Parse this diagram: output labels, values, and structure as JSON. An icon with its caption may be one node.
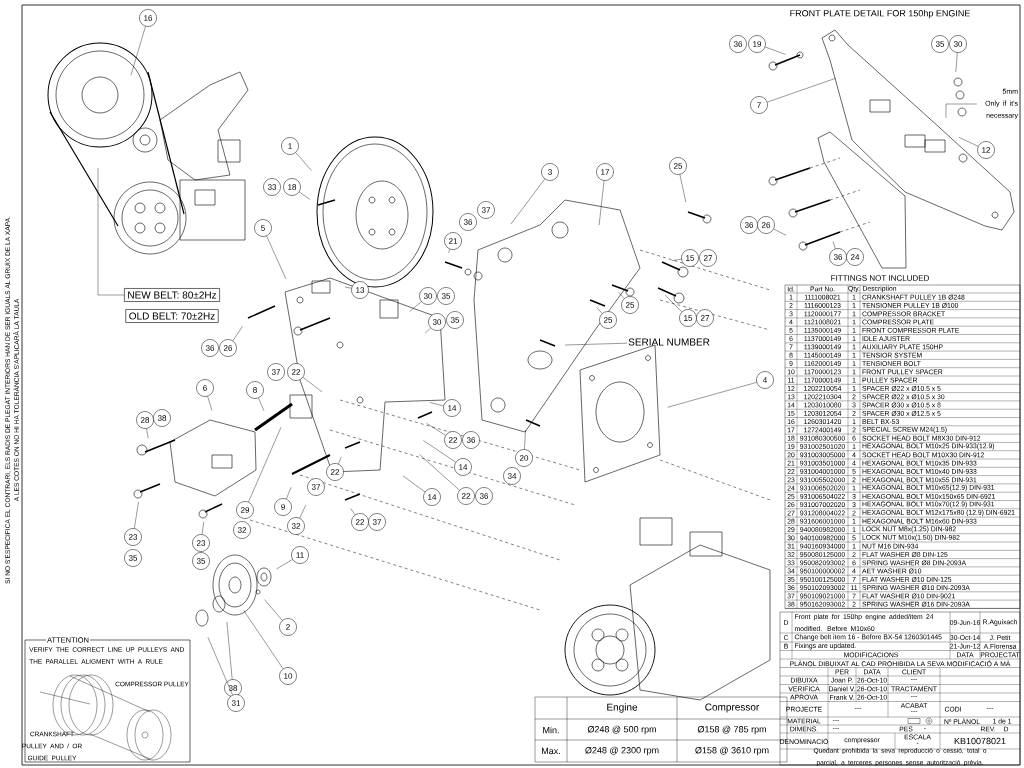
{
  "diagram": {
    "title": "FRONT PLATE DETAIL FOR 150hp ENGINE",
    "nodes": [
      {
        "text": [
          "NEW BELT: 80±2Hz"
        ]
      },
      {
        "text": [
          "OLD BELT: 70±2Hz"
        ]
      },
      {
        "text": [
          "SERIAL NUMBER"
        ]
      },
      {
        "text": [
          "5mm Only if it's necessary"
        ]
      },
      {
        "text": [
          "ATTENTION",
          "VERIFY THE CORRECT LINE UP PULLEYS AND THE PARALLEL ALIGMENT WITH A RULE",
          "COMPRESSOR PULLEY",
          "CRANKSHAFT PULLEY AND / OR GUIDE PULLEY"
        ]
      },
      {
        "text": [
          "16"
        ]
      },
      {
        "text": [
          "36"
        ]
      },
      {
        "text": [
          "19"
        ]
      },
      {
        "text": [
          "35"
        ]
      },
      {
        "text": [
          "30"
        ]
      },
      {
        "text": [
          "7"
        ]
      },
      {
        "text": [
          "1"
        ]
      },
      {
        "text": [
          "12"
        ]
      },
      {
        "text": [
          "3"
        ]
      },
      {
        "text": [
          "17"
        ]
      },
      {
        "text": [
          "25"
        ]
      },
      {
        "text": [
          "33"
        ]
      },
      {
        "text": [
          "18"
        ]
      },
      {
        "text": [
          "37"
        ]
      },
      {
        "text": [
          "36"
        ]
      },
      {
        "text": [
          "21"
        ]
      },
      {
        "text": [
          "36"
        ]
      },
      {
        "text": [
          "26"
        ]
      },
      {
        "text": [
          "5"
        ]
      },
      {
        "text": [
          "15"
        ]
      },
      {
        "text": [
          "27"
        ]
      },
      {
        "text": [
          "36"
        ]
      },
      {
        "text": [
          "24"
        ]
      },
      {
        "text": [
          "13"
        ]
      },
      {
        "text": [
          "30"
        ]
      },
      {
        "text": [
          "35"
        ]
      },
      {
        "text": [
          "25"
        ]
      },
      {
        "text": [
          "25"
        ]
      },
      {
        "text": [
          "30"
        ]
      },
      {
        "text": [
          "35"
        ]
      },
      {
        "text": [
          "15"
        ]
      },
      {
        "text": [
          "27"
        ]
      },
      {
        "text": [
          "36"
        ]
      },
      {
        "text": [
          "26"
        ]
      },
      {
        "text": [
          "37"
        ]
      },
      {
        "text": [
          "22"
        ]
      },
      {
        "text": [
          "4"
        ]
      },
      {
        "text": [
          "6"
        ]
      },
      {
        "text": [
          "8"
        ]
      },
      {
        "text": [
          "14"
        ]
      },
      {
        "text": [
          "28"
        ]
      },
      {
        "text": [
          "38"
        ]
      },
      {
        "text": [
          "22"
        ]
      },
      {
        "text": [
          "36"
        ]
      },
      {
        "text": [
          "20"
        ]
      },
      {
        "text": [
          "14"
        ]
      },
      {
        "text": [
          "34"
        ]
      },
      {
        "text": [
          "22"
        ]
      },
      {
        "text": [
          "37"
        ]
      },
      {
        "text": [
          "14"
        ]
      },
      {
        "text": [
          "22"
        ]
      },
      {
        "text": [
          "36"
        ]
      },
      {
        "text": [
          "9"
        ]
      },
      {
        "text": [
          "29"
        ]
      },
      {
        "text": [
          "32"
        ]
      },
      {
        "text": [
          "22"
        ]
      },
      {
        "text": [
          "37"
        ]
      },
      {
        "text": [
          "32"
        ]
      },
      {
        "text": [
          "23"
        ]
      },
      {
        "text": [
          "23"
        ]
      },
      {
        "text": [
          "11"
        ]
      },
      {
        "text": [
          "35"
        ]
      },
      {
        "text": [
          "35"
        ]
      },
      {
        "text": [
          "2"
        ]
      },
      {
        "text": [
          "10"
        ]
      },
      {
        "text": [
          "38"
        ]
      },
      {
        "text": [
          "31"
        ]
      }
    ],
    "edges": [
      {
        "from": 0,
        "to": null,
        "arrow": "none"
      },
      {
        "from": 2,
        "to": null,
        "arrow": "none"
      },
      {
        "from": 3,
        "to": null,
        "arrow": "none"
      },
      {
        "from": 5,
        "to": null,
        "arrow": "none"
      },
      {
        "from": 7,
        "to": null,
        "arrow": "none"
      },
      {
        "from": 9,
        "to": null,
        "arrow": "none"
      },
      {
        "from": 10,
        "to": null,
        "arrow": "none"
      },
      {
        "from": 11,
        "to": null,
        "arrow": "none"
      },
      {
        "from": 12,
        "to": null,
        "arrow": "none"
      },
      {
        "from": 13,
        "to": null,
        "arrow": "none"
      },
      {
        "from": 14,
        "to": null,
        "arrow": "none"
      },
      {
        "from": 15,
        "to": null,
        "arrow": "none"
      },
      {
        "from": 17,
        "to": null,
        "arrow": "none"
      },
      {
        "from": 20,
        "to": null,
        "arrow": "none"
      },
      {
        "from": 22,
        "to": null,
        "arrow": "none"
      },
      {
        "from": 23,
        "to": null,
        "arrow": "none"
      },
      {
        "from": 24,
        "to": null,
        "arrow": "none"
      },
      {
        "from": 26,
        "to": null,
        "arrow": "none"
      },
      {
        "from": 28,
        "to": null,
        "arrow": "none"
      },
      {
        "from": 29,
        "to": null,
        "arrow": "none"
      },
      {
        "from": 31,
        "to": null,
        "arrow": "none"
      },
      {
        "from": 32,
        "to": null,
        "arrow": "none"
      },
      {
        "from": 33,
        "to": null,
        "arrow": "none"
      },
      {
        "from": 35,
        "to": null,
        "arrow": "none"
      },
      {
        "from": 38,
        "to": null,
        "arrow": "none"
      },
      {
        "from": 40,
        "to": null,
        "arrow": "none"
      },
      {
        "from": 41,
        "to": null,
        "arrow": "none"
      },
      {
        "from": 42,
        "to": null,
        "arrow": "none"
      },
      {
        "from": 43,
        "to": null,
        "arrow": "none"
      },
      {
        "from": 44,
        "to": null,
        "arrow": "none"
      },
      {
        "from": 45,
        "to": null,
        "arrow": "none"
      },
      {
        "from": 47,
        "to": null,
        "arrow": "none"
      },
      {
        "from": 49,
        "to": null,
        "arrow": "none"
      },
      {
        "from": 50,
        "to": null,
        "arrow": "none"
      },
      {
        "from": 52,
        "to": null,
        "arrow": "none"
      },
      {
        "from": 54,
        "to": null,
        "arrow": "none"
      },
      {
        "from": 55,
        "to": null,
        "arrow": "none"
      },
      {
        "from": 57,
        "to": null,
        "arrow": "none"
      },
      {
        "from": 58,
        "to": null,
        "arrow": "none"
      },
      {
        "from": 59,
        "to": null,
        "arrow": "none"
      },
      {
        "from": 60,
        "to": null,
        "arrow": "none"
      },
      {
        "from": 63,
        "to": null,
        "arrow": "none"
      },
      {
        "from": 64,
        "to": null,
        "arrow": "none"
      },
      {
        "from": 65,
        "to": null,
        "arrow": "none"
      },
      {
        "from": 68,
        "to": null,
        "arrow": "none"
      },
      {
        "from": 69,
        "to": null,
        "arrow": "none"
      },
      {
        "from": 70,
        "to": null,
        "arrow": "none"
      },
      {
        "from": 71,
        "to": null,
        "arrow": "none"
      }
    ],
    "labels": [
      "FITTINGS NOT INCLUDED",
      "Id.",
      "Part No.",
      "Qty.",
      "Description",
      "1",
      "1111008021",
      "1",
      "CRANKSHAFT PULLEY 1B Ø248",
      "2",
      "1116000123",
      "1",
      "TENSIONER PULLEY 1B Ø100",
      "3",
      "1120000177",
      "1",
      "COMPRESSOR BRACKET",
      "4",
      "1121008021",
      "1",
      "COMPRESSOR PLATE",
      "5",
      "1135000149",
      "1",
      "FRONT COMPRESSOR PLATE",
      "6",
      "1137000149",
      "1",
      "IDLE AJUSTER",
      "7",
      "1139000149",
      "1",
      "AUXILIARY PLATE 150HP",
      "8",
      "1145000149",
      "1",
      "TENSIOR SYSTEM",
      "9",
      "1162000149",
      "1",
      "TENSIONER BOLT",
      "10",
      "1170000123",
      "1",
      "FRONT PULLEY SPACER",
      "11",
      "1170000149",
      "1",
      "PULLEY SPACER",
      "12",
      "1202210054",
      "1",
      "SPACER Ø22 x Ø10.5 x 5",
      "13",
      "1202210304",
      "2",
      "SPACER Ø22 x Ø10.5 x 30",
      "14",
      "1203010080",
      "3",
      "SPACER Ø30 x Ø10.5 x 8",
      "15",
      "1203012054",
      "2",
      "SPACER Ø30 x Ø12.5 x 5",
      "16",
      "1260301420",
      "1",
      "BELT BX-53",
      "17",
      "1272400149",
      "2",
      "SPECIAL SCREW M24(1.5)",
      "18",
      "931080300500",
      "6",
      "SOCKET HEAD BOLT M8X30 DIN-912",
      "19",
      "931002501020",
      "1",
      "HEXAGONAL BOLT M10x25 DIN-933(12.9)",
      "20",
      "931003005000",
      "4",
      "SOCKET HEAD BOLT M10X30 DIN-912",
      "21",
      "931003501000",
      "4",
      "HEXAGONAL BOLT M10x35 DIN-933",
      "22",
      "931004001000",
      "5",
      "HEXAGONAL BOLT M10x40 DIN-933",
      "23",
      "931005502000",
      "2",
      "HEXAGONAL BOLT M10x55 DIN-931",
      "24",
      "931006502020",
      "1",
      "HEXAGONAL BOLT M10x65(12.9) DIN-931",
      "25",
      "931006504022",
      "3",
      "HEXAGONAL BOLT M10x150x65 DIN-6921",
      "26",
      "931007002020",
      "3",
      "HEXAGONAL BOLT M10x70(12.9) DIN-931",
      "27",
      "931208004022",
      "2",
      "HEXAGONAL BOLT M12x175x80 (12.9) DIN-6921",
      "28",
      "931606001000",
      "1",
      "HEXAGONAL BOLT M16x60 DIN-933",
      "29",
      "940080982000",
      "1",
      "LOCK NUT M8x(1.25) DIN-982",
      "30",
      "940100982000",
      "5",
      "LOCK NUT M10x(1.50) DIN-982",
      "31",
      "940160934000",
      "1",
      "NUT M16 DIN-934",
      "32",
      "950080125000",
      "2",
      "FLAT WASHER Ø8 DIN-125",
      "33",
      "950082093002",
      "6",
      "SPRING WASHER Ø8 DIN-2093A",
      "34",
      "950100000002",
      "4",
      "AET WASHER Ø10",
      "35",
      "950100125000",
      "7",
      "FLAT WASHER Ø10 DIN-125",
      "36",
      "950102093002",
      "11",
      "SPRING WASHER Ø10 DIN-2093A",
      "37",
      "950109021000",
      "7",
      "FLAT WASHER Ø10 DIN-9021",
      "38",
      "950162093002",
      "2",
      "SPRING WASHER Ø16 DIN-2093A",
      "D",
      "Front plate for 150hp engine added/item 24 modified. Before M10x60",
      "09-Jun-16",
      "R.Aguixach",
      "C",
      "Change belt item 16 - Before BX-54 1260301445",
      "30-Oct-14",
      "J. Petit",
      "B",
      "Fixings are updated.",
      "21-Jun-12",
      "A.Florensa",
      "MODIFICACIONS",
      "DATA",
      "PROJECTAT",
      "PLÀNOL DIBUIXAT AL CAD PROHIBIDA LA SEVA MODIFICACIÓ A MÀ",
      "PER",
      "DATA",
      "CLIENT",
      "DIBUIXA",
      "Joan P.",
      "26-Oct-10",
      "---",
      "VERIFICA",
      "Daniel V.",
      "26-Oct-10",
      "TRACTAMENT",
      "APROVA",
      "Frank V.",
      "26-Oct-10",
      "---",
      "PROJECTE",
      "---",
      "ACABAT",
      "---",
      "CODI",
      "---",
      "MATERIAL",
      "---",
      "DIMENS.",
      "---",
      "PES",
      "-",
      "Nº PLÀNOL",
      "1 de 1",
      "REV.",
      "D",
      "DENOMINACIÓ",
      "compressor",
      "ESCALA",
      "-",
      "KB10078021",
      "Quedant prohibida la seva reproducció o cessió, total o parcial, a terceres persones sense autorització prèvia.",
      "Engine",
      "Compressor",
      "Min.",
      "Ø248 @ 500 rpm",
      "Ø158 @ 785 rpm",
      "Max.",
      "Ø248 @ 2300 rpm",
      "Ø158 @ 3610 rpm",
      "SI NO S'ESPECIFICA EL CONTRARI, ELS RADIS DE PLEGAT INTERIORS HAN DE SER IGUALS AL GRUIX DE LA XAPA.",
      "A LES COTES ON NO HI HA TOLERÀNCIA S'APLICARÀ LA TAULA"
    ]
  }
}
